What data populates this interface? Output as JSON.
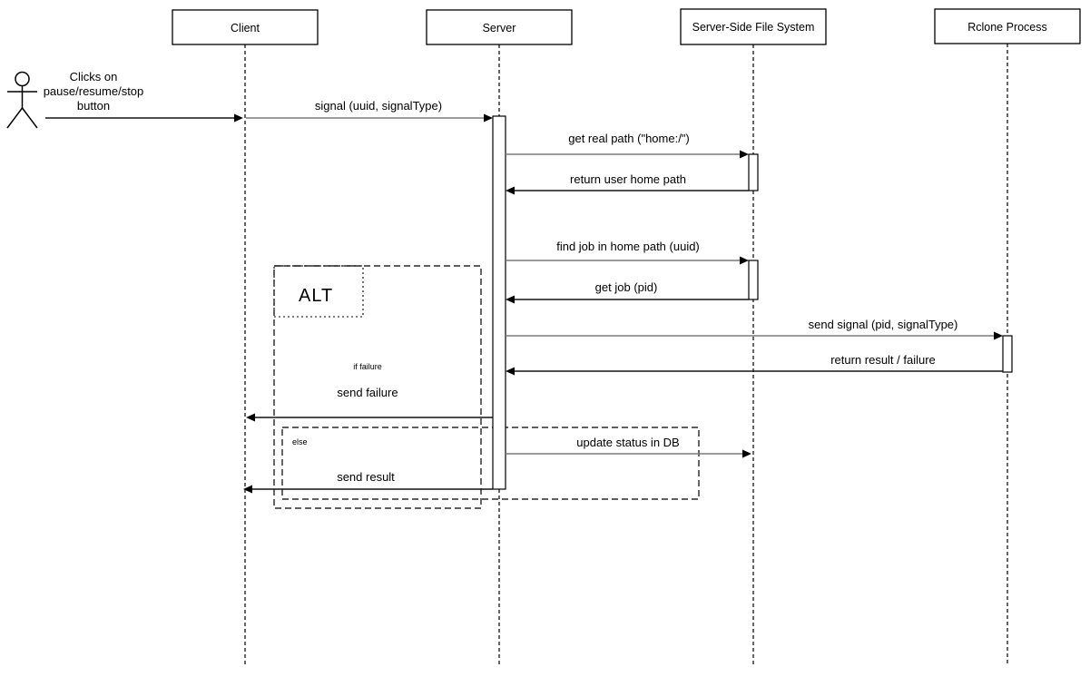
{
  "diagram": {
    "participants": [
      {
        "label": "Client"
      },
      {
        "label": "Server"
      },
      {
        "label": "Server-Side File System"
      },
      {
        "label": "Rclone Process"
      }
    ],
    "actor_message": {
      "line1": "Clicks on",
      "line2": "pause/resume/stop",
      "line3": "button"
    },
    "messages": {
      "signal": "signal (uuid, signalType)",
      "get_real_path": "get real path (\"home:/\")",
      "return_home_path": "return user home path",
      "find_job": "find job in home path (uuid)",
      "get_job": "get job (pid)",
      "send_signal": "send signal (pid, signalType)",
      "return_result": "return result / failure",
      "send_failure": "send failure",
      "update_status": "update status in DB",
      "send_result": "send result"
    },
    "alt": {
      "label": "ALT",
      "if_guard": "if failure",
      "else_guard": "else"
    },
    "colors": {
      "stroke": "#000000",
      "request_arrow": "#7a7a7a",
      "background": "#ffffff"
    }
  }
}
